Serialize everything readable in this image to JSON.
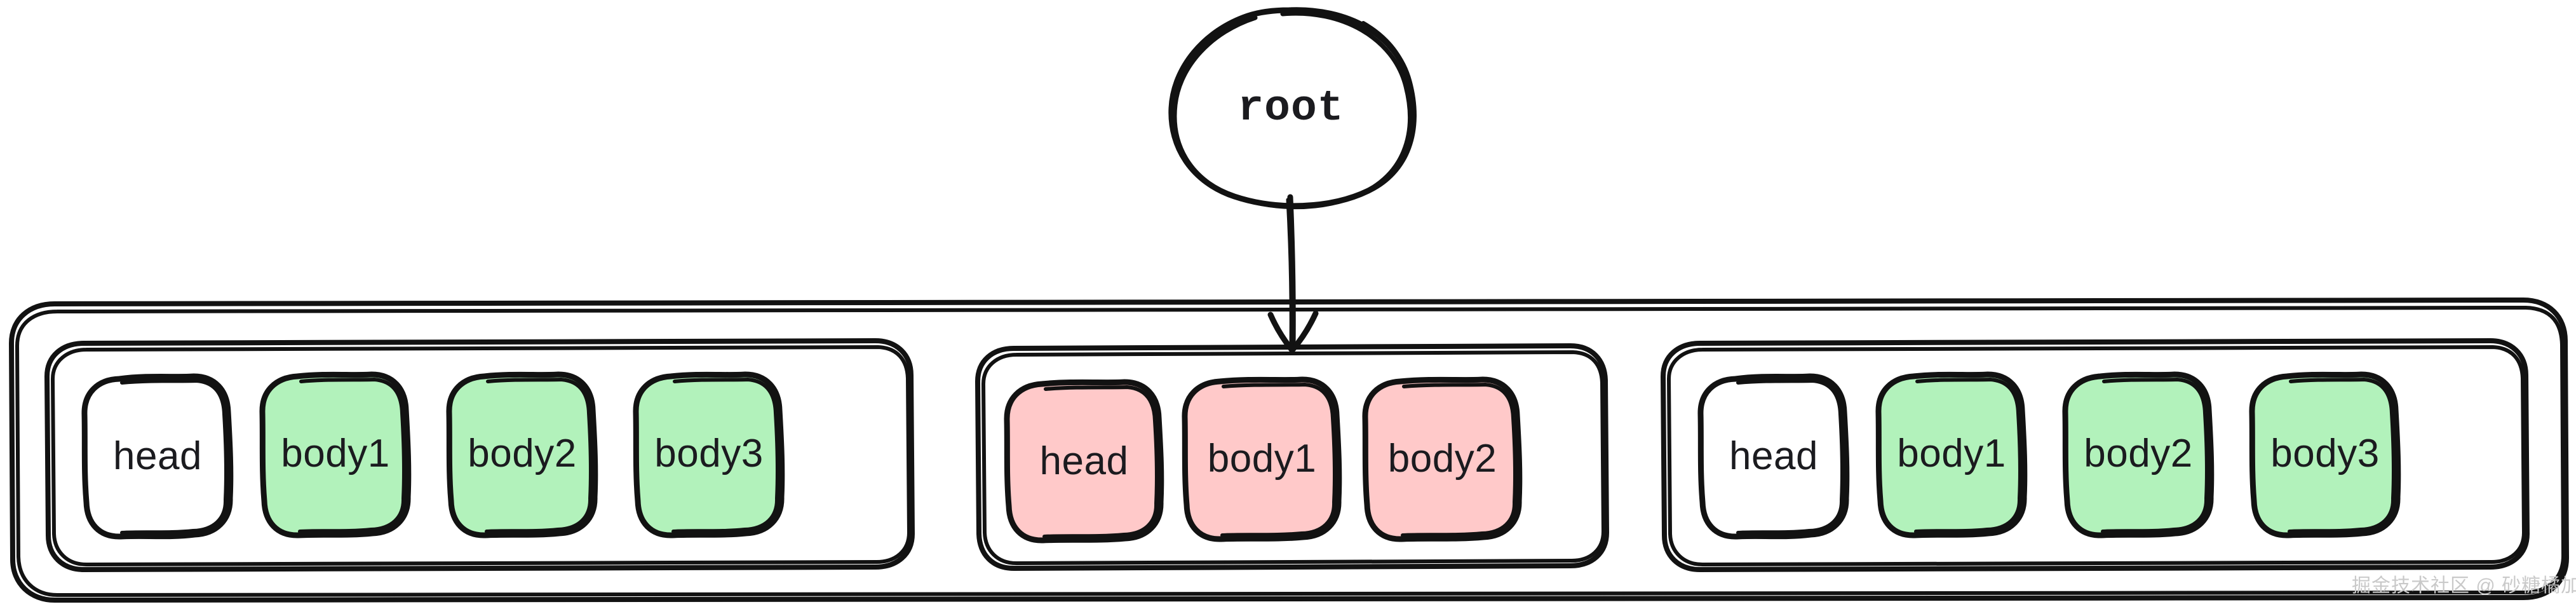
{
  "diagram": {
    "title": "root",
    "style": "hand-drawn",
    "background": "#ffffff",
    "stroke_color": "#121212",
    "text_color": "#1b1b1f",
    "fill_green": "#b2f2bb",
    "fill_pink": "#ffc9c9",
    "fill_white": "#ffffff"
  },
  "root_node": {
    "label": "root",
    "shape": "ellipse",
    "fill": "#ffffff"
  },
  "connector": {
    "from": "root",
    "to": "group-2",
    "arrow_head": "open-v",
    "direction": "down"
  },
  "outer_container": {
    "name": "outer-container",
    "fill": "none"
  },
  "groups": [
    {
      "id": "group-1",
      "fill": "none",
      "boxes": [
        {
          "label": "head",
          "fill": "#ffffff"
        },
        {
          "label": "body1",
          "fill": "#b2f2bb"
        },
        {
          "label": "body2",
          "fill": "#b2f2bb"
        },
        {
          "label": "body3",
          "fill": "#b2f2bb"
        }
      ]
    },
    {
      "id": "group-2",
      "fill": "none",
      "boxes": [
        {
          "label": "head",
          "fill": "#ffc9c9"
        },
        {
          "label": "body1",
          "fill": "#ffc9c9"
        },
        {
          "label": "body2",
          "fill": "#ffc9c9"
        }
      ]
    },
    {
      "id": "group-3",
      "fill": "none",
      "boxes": [
        {
          "label": "head",
          "fill": "#ffffff"
        },
        {
          "label": "body1",
          "fill": "#b2f2bb"
        },
        {
          "label": "body2",
          "fill": "#b2f2bb"
        },
        {
          "label": "body3",
          "fill": "#b2f2bb"
        }
      ]
    }
  ],
  "watermark": {
    "text": "掘金技术社区 @ 砂糖橘加盐"
  }
}
